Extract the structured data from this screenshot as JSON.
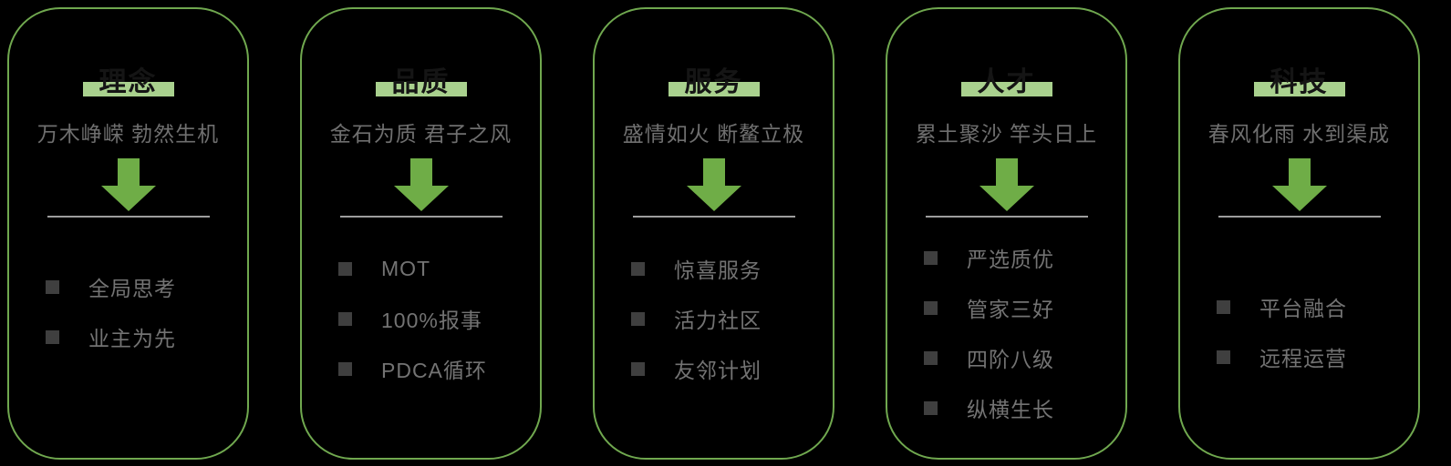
{
  "colors": {
    "background": "#000000",
    "card_border_green": "#70a84f",
    "arrow_green": "#6fad47",
    "title_highlight_green": "#a9d18e",
    "divider_gray": "#9e9e9e",
    "bullet_gray": "#3f3f3f",
    "text_gray": "#737373"
  },
  "cards": [
    {
      "title": "理念",
      "subtitle": "万木峥嵘 勃然生机",
      "items": [
        "全局思考",
        "业主为先"
      ]
    },
    {
      "title": "品质",
      "subtitle": "金石为质 君子之风",
      "items": [
        "MOT",
        "100%报事",
        "PDCA循环"
      ]
    },
    {
      "title": "服务",
      "subtitle": "盛情如火 断鳌立极",
      "items": [
        "惊喜服务",
        "活力社区",
        "友邻计划"
      ]
    },
    {
      "title": "人才",
      "subtitle": "累土聚沙 竿头日上",
      "items": [
        "严选质优",
        "管家三好",
        "四阶八级",
        "纵横生长"
      ]
    },
    {
      "title": "科技",
      "subtitle": "春风化雨 水到渠成",
      "items": [
        "平台融合",
        "远程运营"
      ]
    }
  ]
}
